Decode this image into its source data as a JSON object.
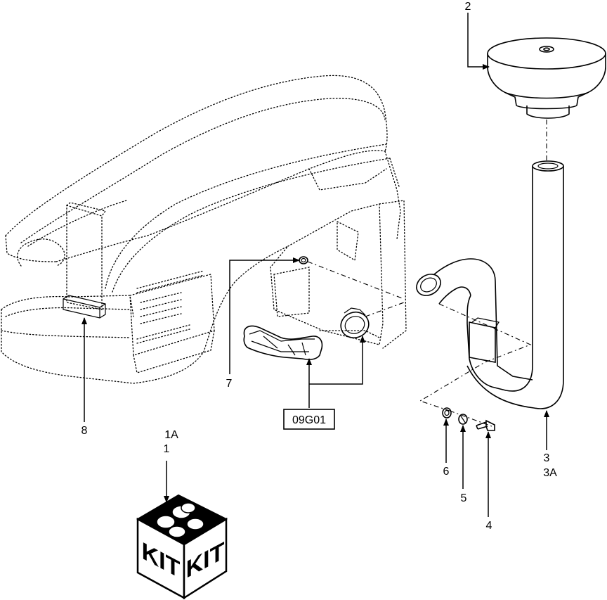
{
  "callouts": {
    "c1a": "1A",
    "c1": "1",
    "c2": "2",
    "c3": "3",
    "c3a": "3A",
    "c4": "4",
    "c5": "5",
    "c6": "6",
    "c7": "7",
    "c8": "8",
    "ref_box": "09G01"
  },
  "kit": {
    "label_left": "KIT",
    "label_right": "KIT"
  }
}
